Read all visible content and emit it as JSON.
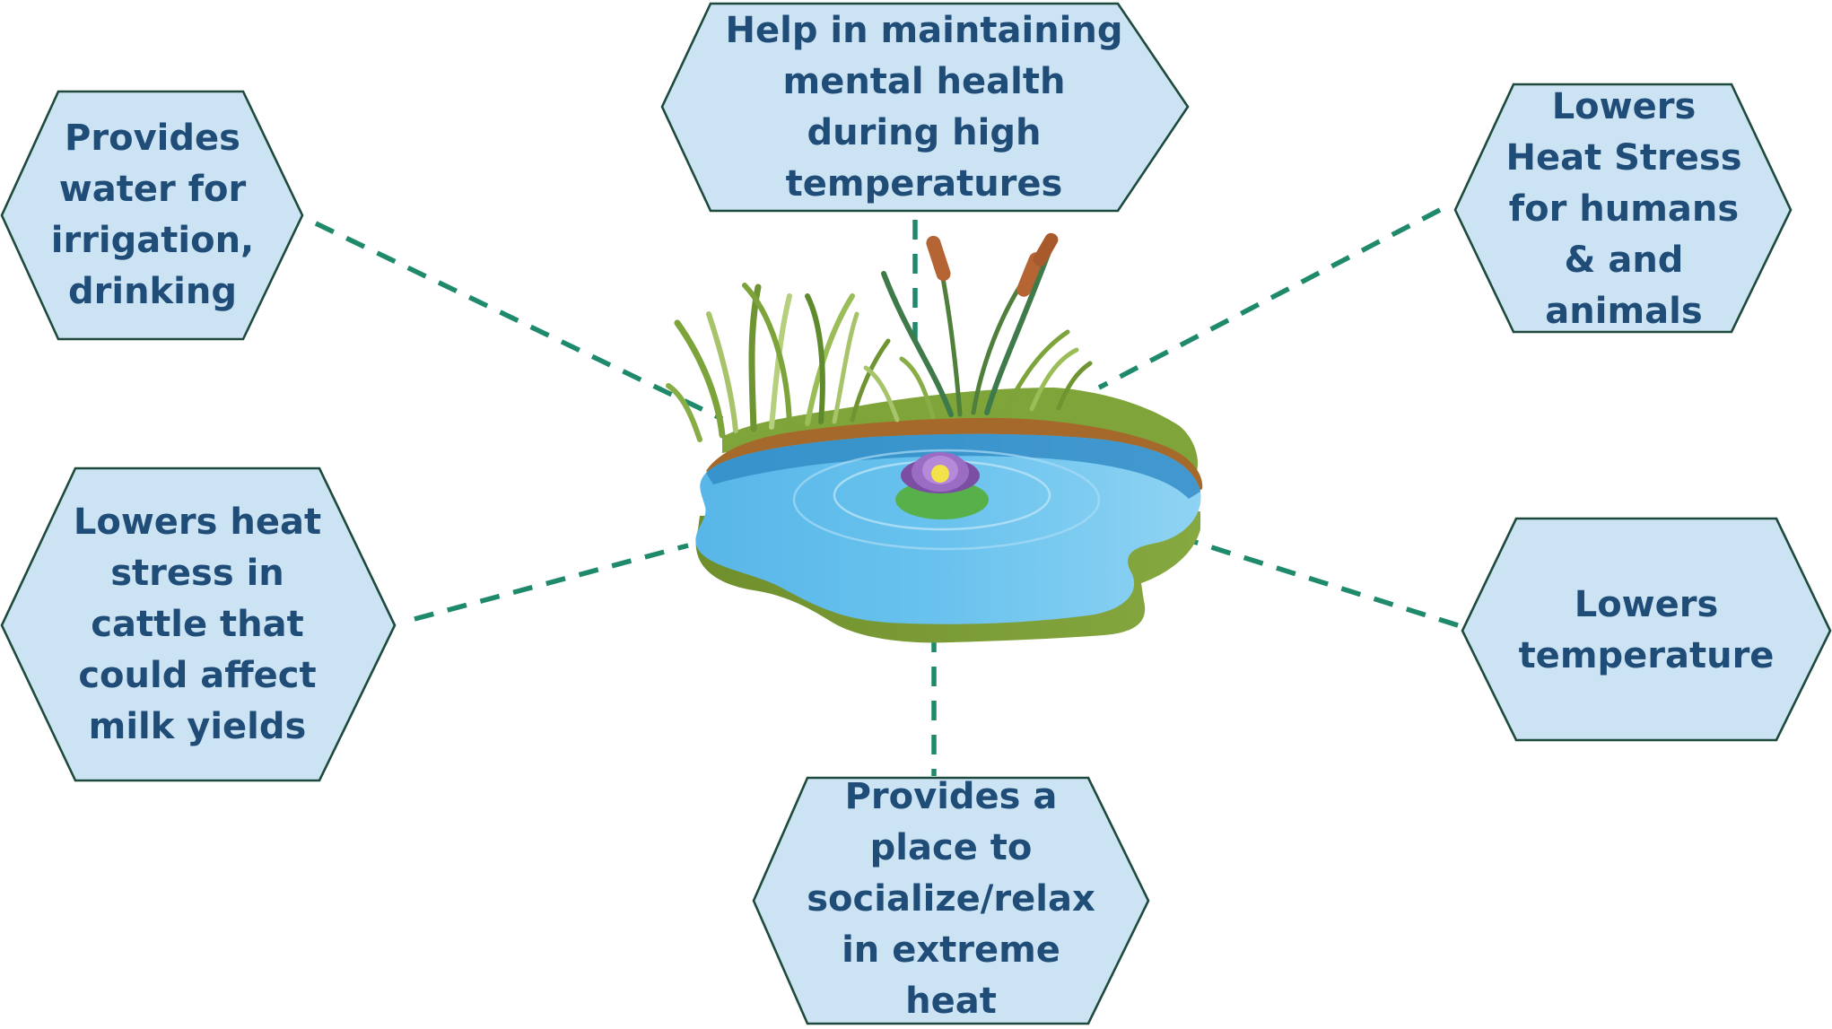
{
  "diagram": {
    "center": "pond-illustration",
    "nodes": [
      {
        "id": "water",
        "lines": [
          "Provides",
          "water for",
          "irrigation,",
          "drinking"
        ]
      },
      {
        "id": "mental",
        "lines": [
          "Help in maintaining",
          "mental health",
          "during high",
          "temperatures"
        ]
      },
      {
        "id": "heatstress-humans",
        "lines": [
          "Lowers",
          "Heat Stress",
          "for humans",
          "& and",
          "animals"
        ]
      },
      {
        "id": "cattle",
        "lines": [
          "Lowers heat",
          "stress in",
          "cattle that",
          "could affect",
          "milk yields"
        ]
      },
      {
        "id": "temperature",
        "lines": [
          "Lowers",
          "temperature"
        ]
      },
      {
        "id": "socialize",
        "lines": [
          "Provides a",
          "place to",
          "socialize/relax",
          "in extreme",
          "heat"
        ]
      }
    ],
    "colors": {
      "hex_fill": "#cce3f3",
      "hex_stroke": "#1d4a3c",
      "text": "#1f4d78",
      "connector": "#1f8a6b",
      "water": "#4fb3e6",
      "grass": "#6e9b2f"
    }
  }
}
